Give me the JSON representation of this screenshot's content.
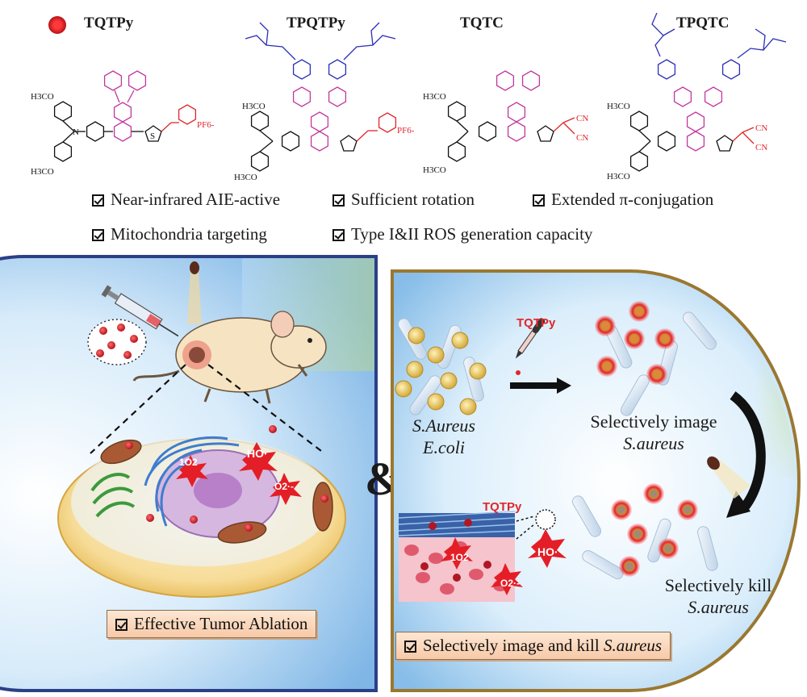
{
  "compounds": [
    {
      "name": "TQTPy"
    },
    {
      "name": "TPQTPy"
    },
    {
      "name": "TQTC"
    },
    {
      "name": "TPQTC"
    }
  ],
  "chem_labels": {
    "h3co": "H3CO",
    "pf6": "PF6-",
    "cn": "CN",
    "n": "N",
    "s": "S"
  },
  "features": [
    {
      "label": "Near-infrared AIE-active"
    },
    {
      "label": "Sufficient rotation"
    },
    {
      "label": "Extended π-conjugation"
    },
    {
      "label": "Mitochondria targeting"
    },
    {
      "label": "Type I&II ROS generation capacity"
    }
  ],
  "left_panel": {
    "ros_labels": [
      "1O2",
      "HO·",
      "O2·-"
    ],
    "banner": "Effective Tumor Ablation"
  },
  "ampersand": "&",
  "right_panel": {
    "probe_label_top": "TQTPy",
    "bacteria_label_1": "S.Aureus",
    "bacteria_label_2": "E.coli",
    "image_label_1": "Selectively image",
    "image_label_2": "S.aureus",
    "kill_label_1": "Selectively kill",
    "kill_label_2": "S.aureus",
    "probe_label_bottom": "TQTPy",
    "ros_labels": [
      "HO·",
      "1O2",
      "O2·-"
    ],
    "banner_text": "Selectively image and kill ",
    "banner_italic": "S.aureus"
  },
  "colors": {
    "black_structure": "#111111",
    "pink_core": "#c2379d",
    "blue_chain": "#2b2fb8",
    "red_acceptor": "#e0262b",
    "panel_border_left": "#2a3f86",
    "panel_border_right": "#9a7830",
    "ros_burst": "#e41e26"
  }
}
